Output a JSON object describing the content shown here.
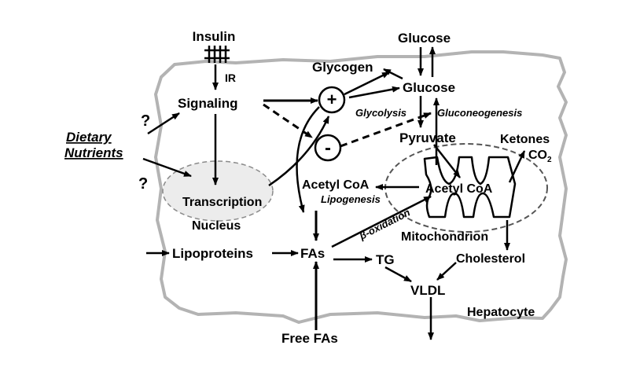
{
  "labels": {
    "insulin": "Insulin",
    "ir": "IR",
    "signaling": "Signaling",
    "question_1": "?",
    "question_2": "?",
    "dietary": "Dietary",
    "nutrients": "Nutrients",
    "transcription": "Transcription",
    "nucleus": "Nucleus",
    "lipoproteins": "Lipoproteins",
    "fas": "FAs",
    "free_fas": "Free FAs",
    "tg": "TG",
    "vldl": "VLDL",
    "hepatocyte": "Hepatocyte",
    "glucose_ext": "Glucose",
    "glycogen": "Glycogen",
    "glucose_int": "Glucose",
    "glycolysis": "Glycolysis",
    "gluconeogenesis": "Gluconeogenesis",
    "pyruvate": "Pyruvate",
    "ketones": "Ketones",
    "co2": "CO",
    "co2_sub": "2",
    "acetyl_coa_left": "Acetyl CoA",
    "lipogenesis": "Lipogenesis",
    "acetyl_coa_mito": "Acetyl CoA",
    "beta_oxidation": "β-oxidation",
    "mitochondrion": "Mitochondrion",
    "cholesterol": "Cholesterol",
    "plus": "+",
    "minus": "-"
  },
  "colors": {
    "membrane": "#b3b3b3",
    "nucleus_fill": "#ececec",
    "nucleus_stroke": "#8a8a8a",
    "ink": "#000000"
  }
}
